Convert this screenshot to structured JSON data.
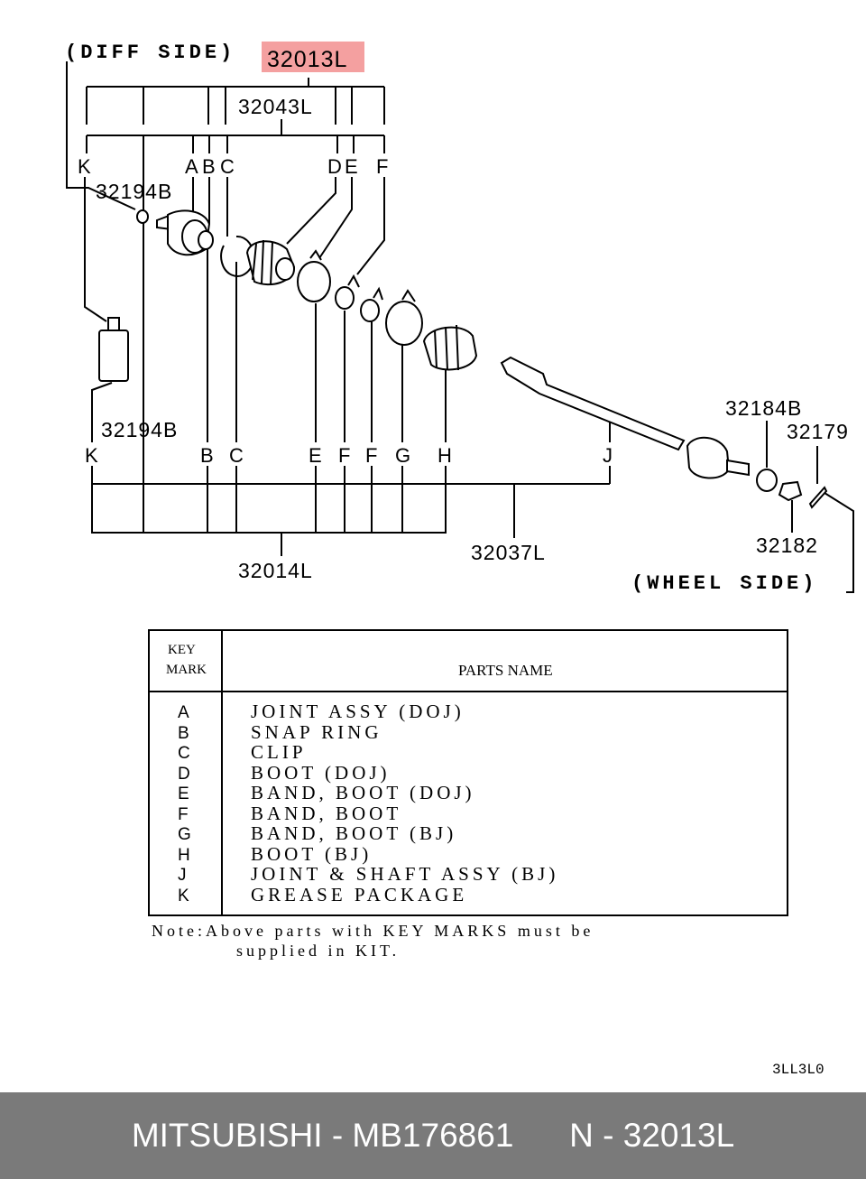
{
  "diagram": {
    "diff_side_label": "(DIFF SIDE)",
    "wheel_side_label": "(WHEEL SIDE)",
    "highlight": {
      "text": "32013L",
      "color": "#f4a0a0"
    },
    "part_numbers": {
      "p32043L": "32043L",
      "p32194B_top": "32194B",
      "p32194B_bottom": "32194B",
      "p32184B": "32184B",
      "p32179": "32179",
      "p32182": "32182",
      "p32037L": "32037L",
      "p32014L": "32014L"
    },
    "top_keys": [
      "K",
      "A",
      "B",
      "C",
      "D",
      "E",
      "F"
    ],
    "bottom_keys": [
      "K",
      "B",
      "C",
      "E",
      "F",
      "F",
      "G",
      "H",
      "J"
    ],
    "drawing_code": "3LL3L0"
  },
  "table": {
    "header_key": [
      "KEY",
      "MARK"
    ],
    "header_name": "PARTS NAME",
    "rows": [
      {
        "key": "A",
        "name": "JOINT  ASSY (DOJ)"
      },
      {
        "key": "B",
        "name": "SNAP  RING"
      },
      {
        "key": "C",
        "name": "CLIP"
      },
      {
        "key": "D",
        "name": "BOOT (DOJ)"
      },
      {
        "key": "E",
        "name": "BAND, BOOT (DOJ)"
      },
      {
        "key": "F",
        "name": "BAND, BOOT"
      },
      {
        "key": "G",
        "name": "BAND, BOOT (BJ)"
      },
      {
        "key": "H",
        "name": "BOOT (BJ)"
      },
      {
        "key": "J",
        "name": "JOINT  &  SHAFT  ASSY (BJ)"
      },
      {
        "key": "K",
        "name": "GREASE  PACKAGE"
      }
    ]
  },
  "note": {
    "line1": "Note:Above parts with KEY MARKS must be",
    "line2": "supplied in KIT."
  },
  "footer": {
    "brand_part": "MITSUBISHI - MB176861",
    "ref": "N - 32013L",
    "background": "#7a7a7a"
  }
}
